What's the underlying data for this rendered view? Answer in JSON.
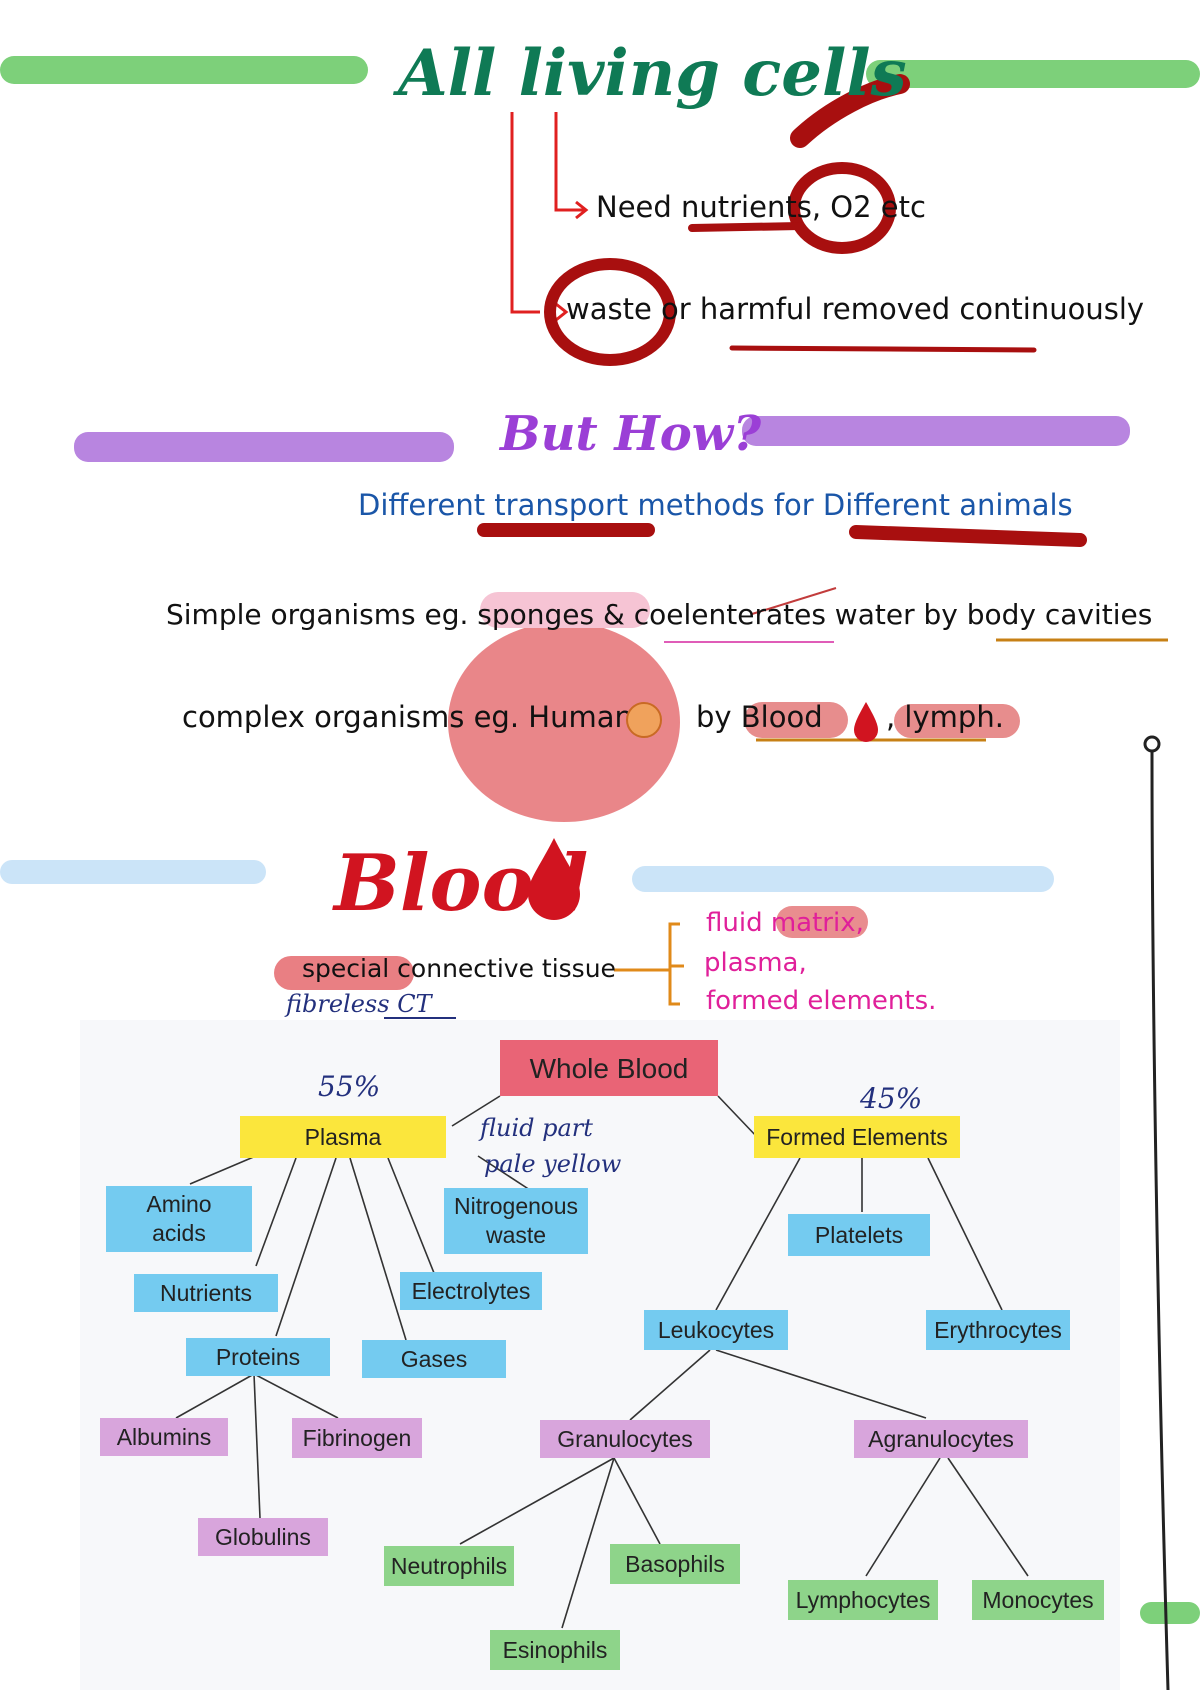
{
  "header": {
    "title": "All living cells",
    "point1": "Need nutrients, O2 etc",
    "point2": "waste or harmful removed continuously"
  },
  "section2": {
    "title": "But How?",
    "subtitle": "Different transport methods for Different animals",
    "simple": "Simple organisms eg. sponges & coelenterates water by body cavities",
    "complex_prefix": "complex organisms eg. Human",
    "complex_suffix": "by Blood",
    "complex_end": ", lymph."
  },
  "blood": {
    "title": "Blood",
    "definition": "special connective tissue",
    "handnote": "fibreless CT",
    "branches": [
      "fluid matrix,",
      "plasma,",
      "formed elements."
    ]
  },
  "tree": {
    "whole": "Whole Blood",
    "plasma_pct": "55%",
    "formed_pct": "45%",
    "plasma": "Plasma",
    "plasma_note1": "fluid part",
    "plasma_note2": "pale yellow",
    "formed": "Formed Elements",
    "amino": "Amino acids",
    "nitrogenous": "Nitrogenous waste",
    "nutrients": "Nutrients",
    "electrolytes": "Electrolytes",
    "proteins": "Proteins",
    "gases": "Gases",
    "albumins": "Albumins",
    "fibrinogen": "Fibrinogen",
    "globulins": "Globulins",
    "platelets": "Platelets",
    "leukocytes": "Leukocytes",
    "erythrocytes": "Erythrocytes",
    "granulocytes": "Granulocytes",
    "agranulocytes": "Agranulocytes",
    "neutrophils": "Neutrophils",
    "basophils": "Basophils",
    "esinophils": "Esinophils",
    "lymphocytes": "Lymphocytes",
    "monocytes": "Monocytes"
  },
  "colors": {
    "green_title": "#0f7a55",
    "purple_title": "#9b3fd6",
    "red_title": "#d11420",
    "annotation_red": "#a80f0f"
  },
  "icons": [
    "blood-drop-icon",
    "person-face-icon"
  ]
}
